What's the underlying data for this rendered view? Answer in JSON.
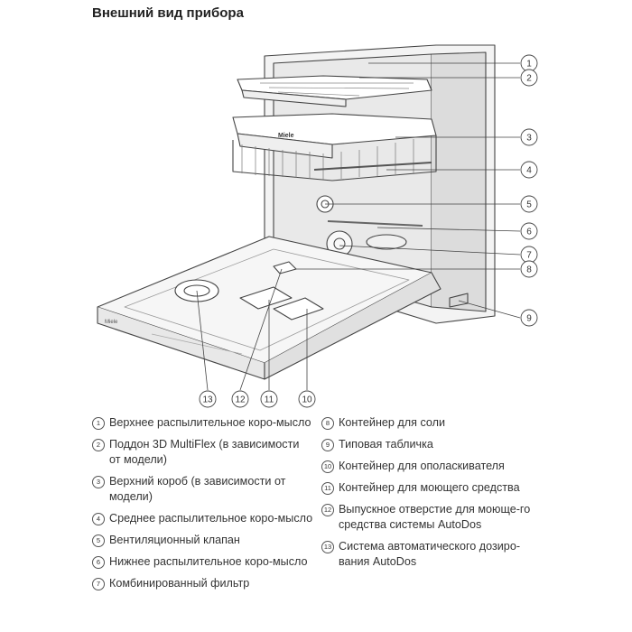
{
  "title": "Внешний вид прибора",
  "callouts": [
    "1",
    "2",
    "3",
    "4",
    "5",
    "6",
    "7",
    "8",
    "9",
    "10",
    "11",
    "12",
    "13"
  ],
  "brand_label": "Miele",
  "legend_left": [
    {
      "num": "1",
      "text": "Верхнее распылительное коро-мысло"
    },
    {
      "num": "2",
      "text": "Поддон 3D MultiFlex (в зависимости от модели)"
    },
    {
      "num": "3",
      "text": "Верхний короб (в зависимости от модели)"
    },
    {
      "num": "4",
      "text": "Среднее распылительное коро-мысло"
    },
    {
      "num": "5",
      "text": "Вентиляционный клапан"
    },
    {
      "num": "6",
      "text": "Нижнее распылительное коро-мысло"
    },
    {
      "num": "7",
      "text": "Комбинированный фильтр"
    }
  ],
  "legend_right": [
    {
      "num": "8",
      "text": "Контейнер для соли"
    },
    {
      "num": "9",
      "text": "Типовая табличка"
    },
    {
      "num": "10",
      "text": "Контейнер для ополаскивателя"
    },
    {
      "num": "11",
      "text": "Контейнер для моющего средства"
    },
    {
      "num": "12",
      "text": "Выпускное отверстие для моюще-го средства системы AutoDos"
    },
    {
      "num": "13",
      "text": "Система автоматического дозиро-вания AutoDos"
    }
  ]
}
